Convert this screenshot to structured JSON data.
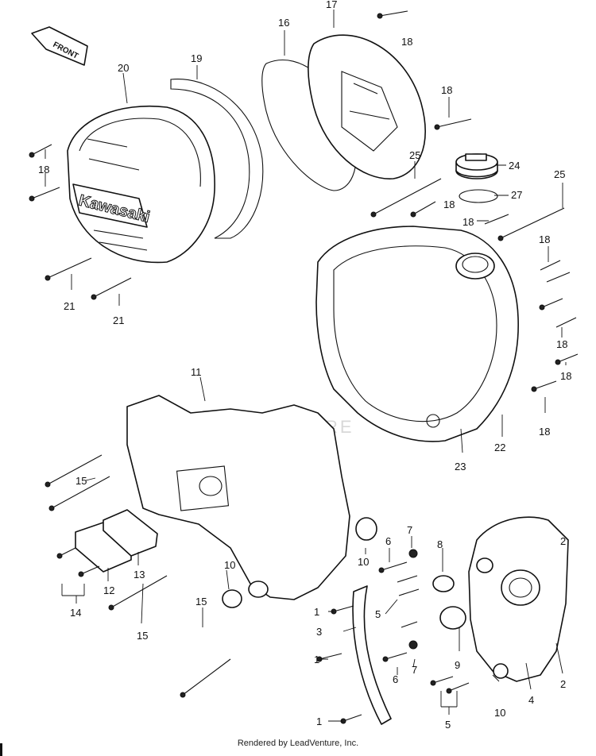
{
  "front_indicator": "FRONT",
  "logo_text": "Kawasaki",
  "watermark_text": "LEADVENTURE",
  "footer": "Rendered by LeadVenture, Inc.",
  "callouts": [
    {
      "id": "c1a",
      "text": "1"
    },
    {
      "id": "c1b",
      "text": "1"
    },
    {
      "id": "c1c",
      "text": "1"
    },
    {
      "id": "c2",
      "text": "2"
    },
    {
      "id": "c3",
      "text": "3"
    },
    {
      "id": "c4",
      "text": "4"
    },
    {
      "id": "c5a",
      "text": "5"
    },
    {
      "id": "c5b",
      "text": "5"
    },
    {
      "id": "c6a",
      "text": "6"
    },
    {
      "id": "c6b",
      "text": "6"
    },
    {
      "id": "c7a",
      "text": "7"
    },
    {
      "id": "c7b",
      "text": "7"
    },
    {
      "id": "c8",
      "text": "8"
    },
    {
      "id": "c9",
      "text": "9"
    },
    {
      "id": "c10a",
      "text": "10"
    },
    {
      "id": "c10b",
      "text": "10"
    },
    {
      "id": "c10c",
      "text": "10"
    },
    {
      "id": "c11",
      "text": "11"
    },
    {
      "id": "c12",
      "text": "12"
    },
    {
      "id": "c13",
      "text": "13"
    },
    {
      "id": "c14",
      "text": "14"
    },
    {
      "id": "c15a",
      "text": "15"
    },
    {
      "id": "c15b",
      "text": "15"
    },
    {
      "id": "c15c",
      "text": "15"
    },
    {
      "id": "c16",
      "text": "16"
    },
    {
      "id": "c17",
      "text": "17"
    },
    {
      "id": "c18a",
      "text": "18"
    },
    {
      "id": "c18b",
      "text": "18"
    },
    {
      "id": "c18c",
      "text": "18"
    },
    {
      "id": "c18d",
      "text": "18"
    },
    {
      "id": "c18e",
      "text": "18"
    },
    {
      "id": "c18f",
      "text": "18"
    },
    {
      "id": "c18g",
      "text": "18"
    },
    {
      "id": "c18h",
      "text": "18"
    },
    {
      "id": "c18i",
      "text": "18"
    },
    {
      "id": "c19",
      "text": "19"
    },
    {
      "id": "c20",
      "text": "20"
    },
    {
      "id": "c21a",
      "text": "21"
    },
    {
      "id": "c21b",
      "text": "21"
    },
    {
      "id": "c22",
      "text": "22"
    },
    {
      "id": "c23",
      "text": "23"
    },
    {
      "id": "c24",
      "text": "24"
    },
    {
      "id": "c25a",
      "text": "25"
    },
    {
      "id": "c25b",
      "text": "25"
    },
    {
      "id": "c27",
      "text": "27"
    }
  ]
}
